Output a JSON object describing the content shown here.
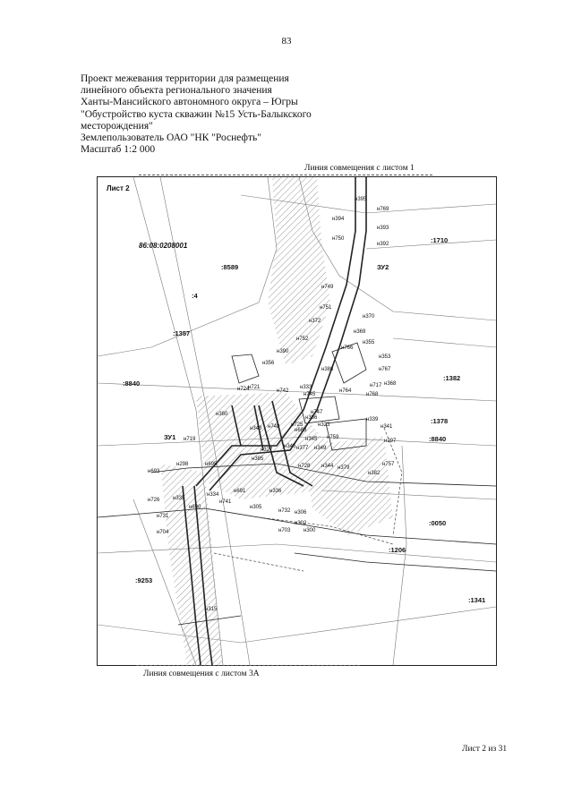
{
  "page_number": "83",
  "title_lines": [
    "Проект межевания территории для размещения",
    "линейного объекта регионального значения",
    "Ханты-Мансийского автономного округа – Югры",
    "\"Обустройство куста скважин №15 Усть-Балыкского",
    "месторождения\"",
    "Землепользователь ОАО \"НК \"Роснефть\"",
    "Масштаб 1:2 000"
  ],
  "combo_top": "Линия совмещения с листом 1",
  "combo_bottom": "Линия совмещения с листом 3А",
  "footer": "Лист 2 из 31",
  "map": {
    "sheet_label": "Лист 2",
    "cadastral_block": "86:08:0208001",
    "parcels": [
      ":8589",
      ":4",
      ":1357",
      ":8840",
      ":1710",
      ":1382",
      ":1378",
      ":8840",
      ":0050",
      ":1206",
      ":9253",
      ":1341"
    ],
    "zones": [
      "ЗУ2",
      "ЗУ1"
    ],
    "points": [
      "н395",
      "н769",
      "н394",
      "н393",
      "н750",
      "н392",
      "н749",
      "н751",
      "н370",
      "н372",
      "н369",
      "н752",
      "н766",
      "н355",
      "н390",
      "н353",
      "н356",
      "н386",
      "н767",
      "н721",
      "н333",
      "н724",
      "н742",
      "н745",
      "н764",
      "н768",
      "н717",
      "н368",
      "н380",
      "н747",
      "н366",
      "н339",
      "н323",
      "н725",
      "н748",
      "н683",
      "н343",
      "н341",
      "н759",
      "н719",
      "н345",
      "н377",
      "н297",
      "н327",
      "н346",
      "н349",
      "н385",
      "н757",
      "н298",
      "н695",
      "н728",
      "н344",
      "н379",
      "н382",
      "н693",
      "н691",
      "н336",
      "н726",
      "н335",
      "н334",
      "н741",
      "н305",
      "н306",
      "н732",
      "н731",
      "н302",
      "н690",
      "н703",
      "н300",
      "н704",
      "н315"
    ]
  },
  "colors": {
    "line": "#222222",
    "hatch": "#9a9a9a"
  }
}
